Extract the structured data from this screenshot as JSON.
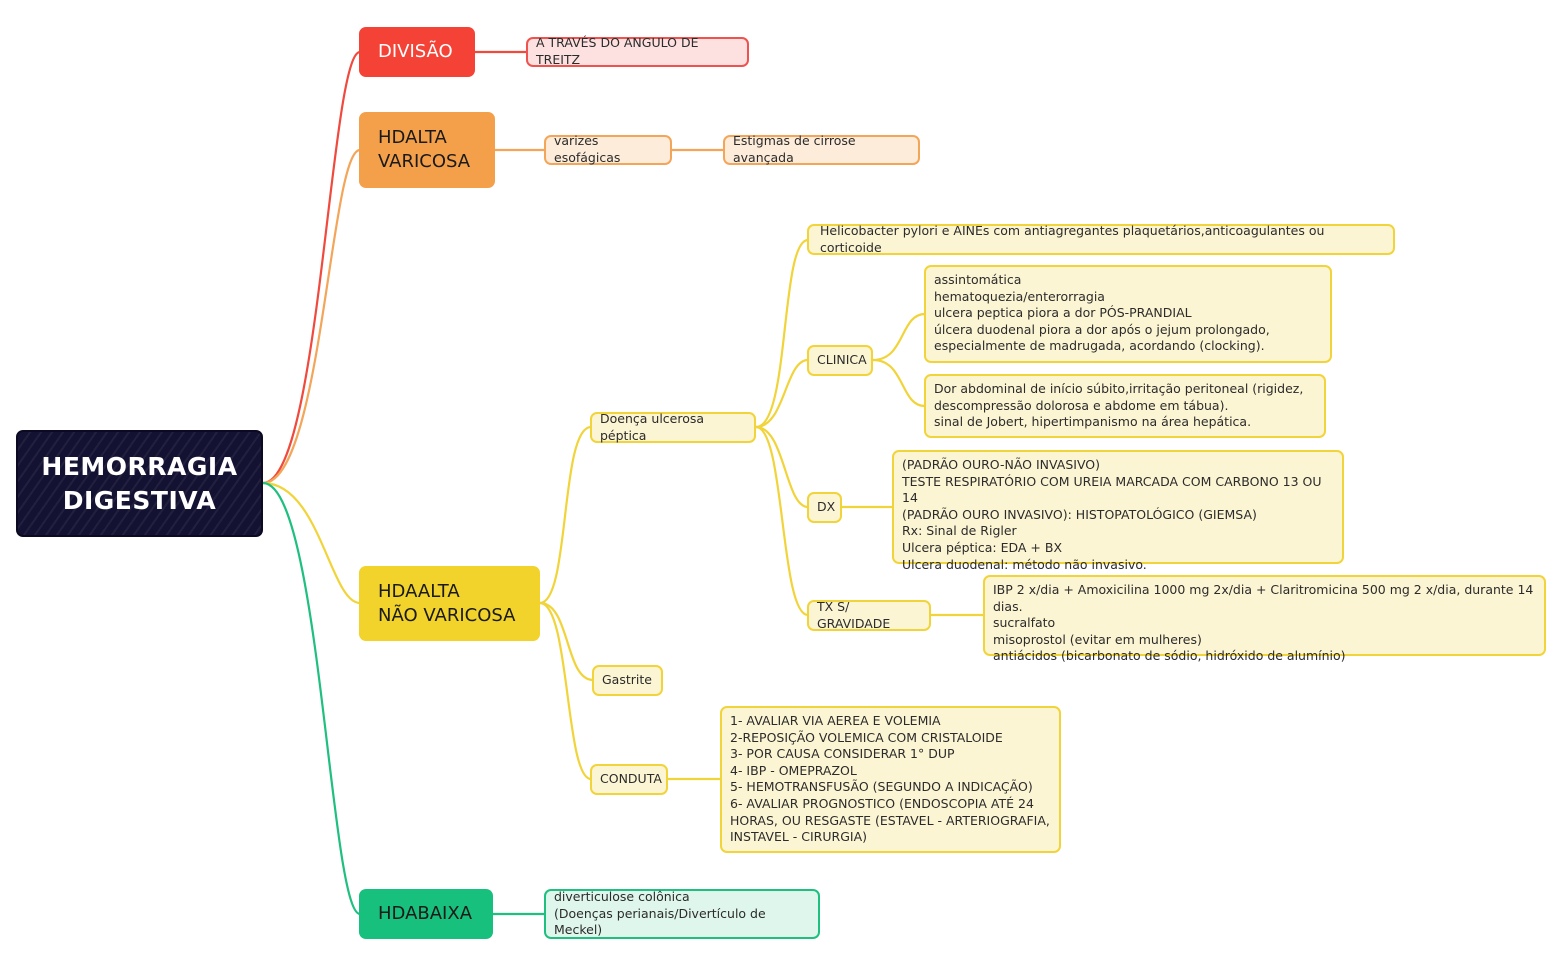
{
  "root": {
    "label": "HEMORRAGIA\nDIGESTIVA",
    "color": "#141232"
  },
  "divisao": {
    "label": "DIVISÃO",
    "color": "#f44336",
    "child": "A TRAVÉS DO ANGULO DE TREITZ"
  },
  "varicosa": {
    "label": "HDALTA\nVARICOSA",
    "color": "#f4a04a",
    "child": "varizes esofágicas",
    "grandchild": "Estigmas de cirrose avançada"
  },
  "nao_varicosa": {
    "label": "HDAALTA\nNÃO VARICOSA",
    "color": "#f1d32b",
    "ulcera": {
      "label": "Doença ulcerosa péptica",
      "causas": "Helicobacter pylori e AINEs com antiagregantes plaquetários,anticoagulantes ou corticoide",
      "clinica": {
        "label": "CLINICA",
        "item1": "assintomática\nhematoquezia/enterorragia\nulcera peptica piora a dor PÓS-PRANDIAL\núlcera duodenal piora a dor após o jejum prolongado,\nespecialmente de madrugada, acordando (clocking).",
        "item2": "Dor abdominal de início súbito,irritação peritoneal (rigidez,\ndescompressão dolorosa e abdome em tábua).\nsinal de Jobert, hipertimpanismo na área hepática."
      },
      "dx": {
        "label": "DX",
        "text": "(PADRÃO OURO-NÃO INVASIVO)\nTESTE RESPIRATÓRIO COM UREIA MARCADA COM CARBONO 13 OU 14\n(PADRÃO OURO INVASIVO): HISTOPATOLÓGICO (GIEMSA)\nRx: Sinal de Rigler\nUlcera péptica: EDA + BX\nUlcera duodenal: método não invasivo."
      },
      "tx": {
        "label": "TX S/ GRAVIDADE",
        "text": "IBP 2 x/dia + Amoxicilina 1000 mg 2x/dia + Claritromicina 500 mg 2 x/dia, durante 14 dias.\nsucralfato\nmisoprostol (evitar em mulheres)\nantiácidos (bicarbonato de sódio, hidróxido de alumínio)"
      }
    },
    "gastrite": "Gastrite",
    "conduta": {
      "label": "CONDUTA",
      "text": "1- AVALIAR VIA AEREA E VOLEMIA\n2-REPOSIÇÃO VOLEMICA COM CRISTALOIDE\n3- POR CAUSA CONSIDERAR 1° DUP\n4- IBP - OMEPRAZOL\n5- HEMOTRANSFUSÃO (SEGUNDO A INDICAÇÃO)\n6- AVALIAR PROGNOSTICO (ENDOSCOPIA ATÉ 24\nHORAS, OU RESGASTE (ESTAVEL - ARTERIOGRAFIA,\nINSTAVEL - CIRURGIA)"
    }
  },
  "baixa": {
    "label": "HDABAIXA",
    "color": "#17c07c",
    "child": "diverticulose colônica\n(Doenças perianais/Divertículo de Meckel)"
  }
}
